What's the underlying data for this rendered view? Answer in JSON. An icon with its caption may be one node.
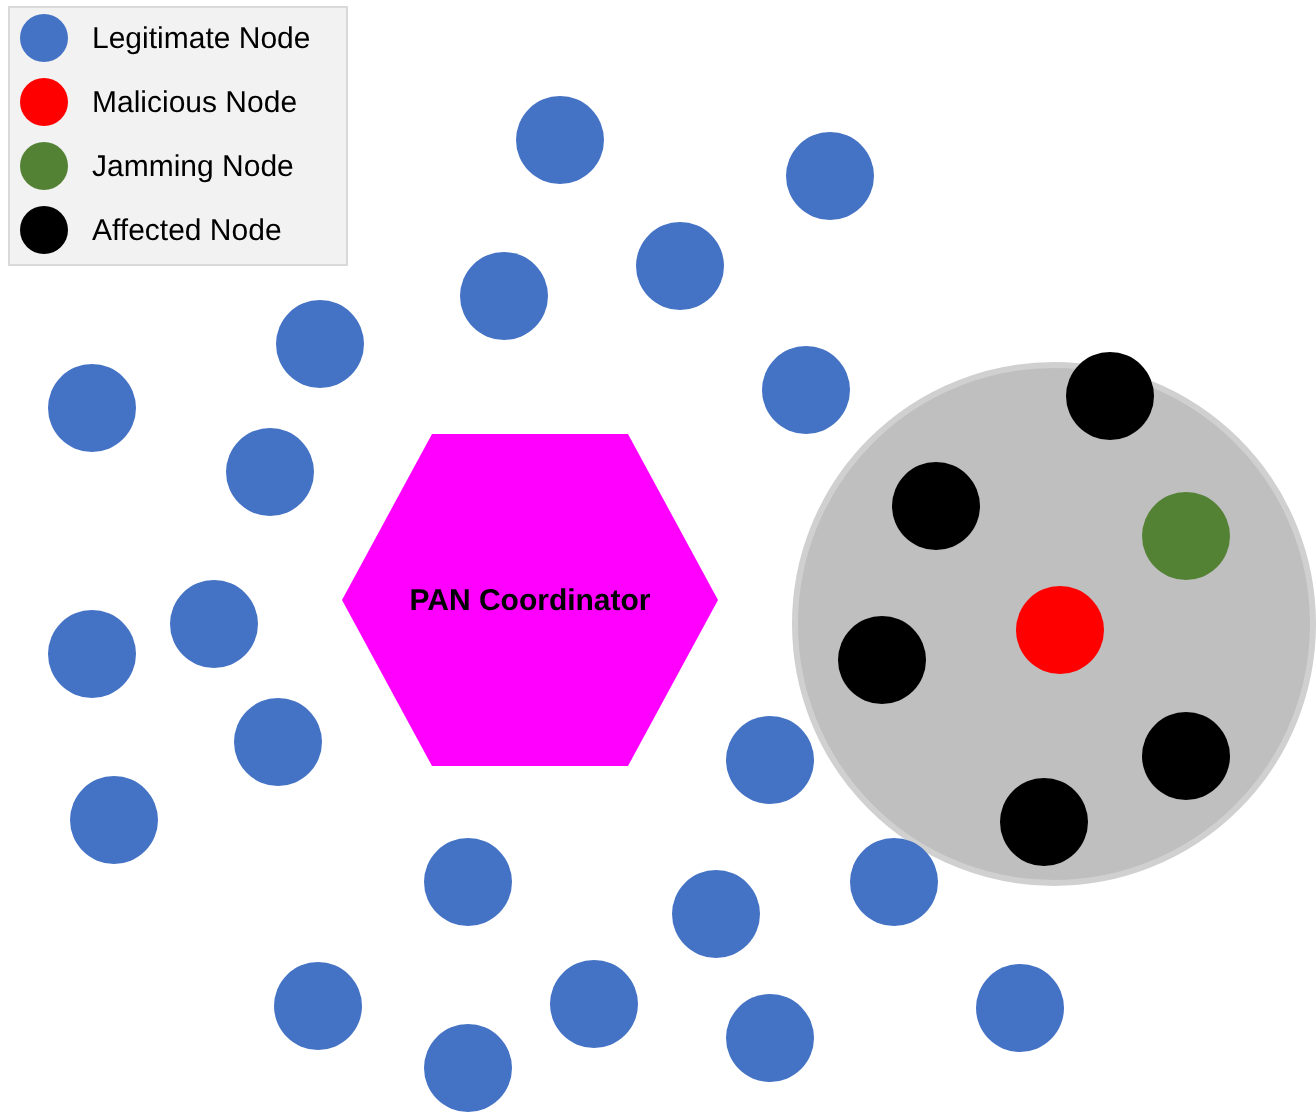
{
  "diagram": {
    "nodes": [
      {
        "text": [],
        "shape": "circle"
      },
      {
        "text": [],
        "shape": "circle"
      },
      {
        "text": [],
        "shape": "circle"
      },
      {
        "text": [],
        "shape": "circle"
      },
      {
        "text": [],
        "shape": "circle"
      },
      {
        "text": [],
        "shape": "circle"
      },
      {
        "text": [],
        "shape": "circle",
        "in": 5
      },
      {
        "text": [],
        "shape": "circle",
        "in": 5
      },
      {
        "text": [],
        "shape": "circle",
        "in": 5
      },
      {
        "text": [],
        "shape": "circle",
        "in": 5
      },
      {
        "text": [],
        "shape": "circle",
        "in": 5
      },
      {
        "text": [],
        "shape": "circle",
        "in": 5
      },
      {
        "text": [],
        "shape": "circle",
        "in": 5
      },
      {
        "text": [],
        "shape": "circle"
      },
      {
        "text": [],
        "shape": "circle"
      },
      {
        "text": [],
        "shape": "circle"
      },
      {
        "text": [
          "PAN Coordinator"
        ]
      },
      {
        "text": [],
        "shape": "circle"
      },
      {
        "text": [],
        "shape": "circle"
      },
      {
        "text": [],
        "shape": "circle"
      },
      {
        "text": [],
        "shape": "circle"
      },
      {
        "text": [],
        "shape": "circle"
      },
      {
        "text": [],
        "shape": "circle"
      },
      {
        "text": [],
        "shape": "circle"
      },
      {
        "text": [],
        "shape": "circle"
      },
      {
        "text": [],
        "shape": "circle"
      },
      {
        "text": [],
        "shape": "circle"
      },
      {
        "text": [],
        "shape": "circle"
      },
      {
        "text": [],
        "shape": "circle"
      },
      {
        "text": [],
        "shape": "circle"
      }
    ],
    "edges": [],
    "legend": [
      {
        "text": "Legitimate Node",
        "color": "#4472c4"
      },
      {
        "text": "Malicious Node",
        "color": "#ff0000"
      },
      {
        "text": "Jamming Node",
        "color": "#548235"
      },
      {
        "text": "Affected Node",
        "color": "#000000"
      }
    ]
  }
}
